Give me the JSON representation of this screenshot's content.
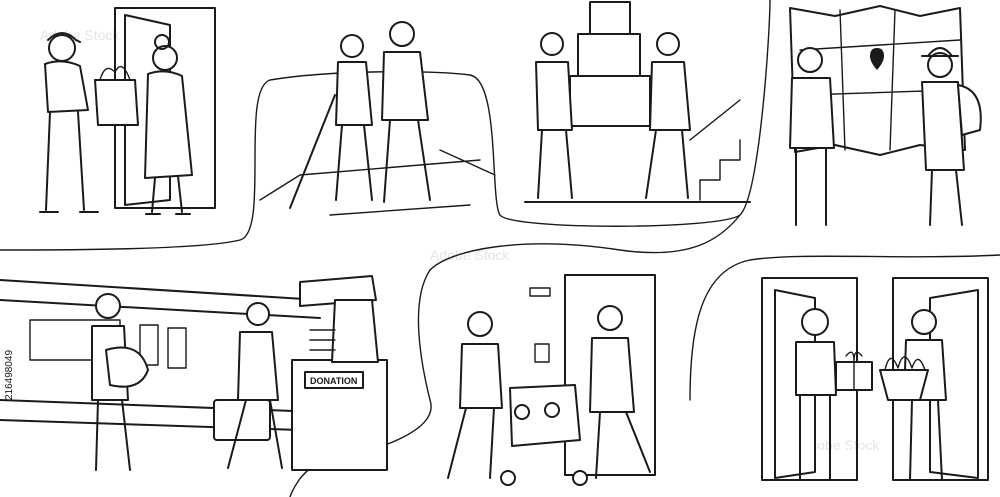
{
  "donation_box": {
    "label": "DONATION"
  },
  "stock_id": "216498049",
  "watermark": "Adobe Stock",
  "colors": {
    "ink": "#1a1a1a",
    "paper": "#ffffff"
  }
}
